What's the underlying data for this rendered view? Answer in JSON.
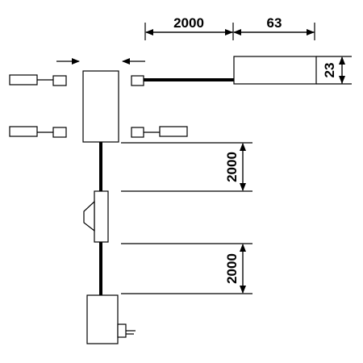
{
  "dimensions": {
    "cable_length_top": "2000",
    "device_length": "63",
    "device_height": "23",
    "cable_length_mid": "2000",
    "cable_length_bottom": "2000"
  },
  "colors": {
    "line": "#000000",
    "background": "#ffffff"
  }
}
